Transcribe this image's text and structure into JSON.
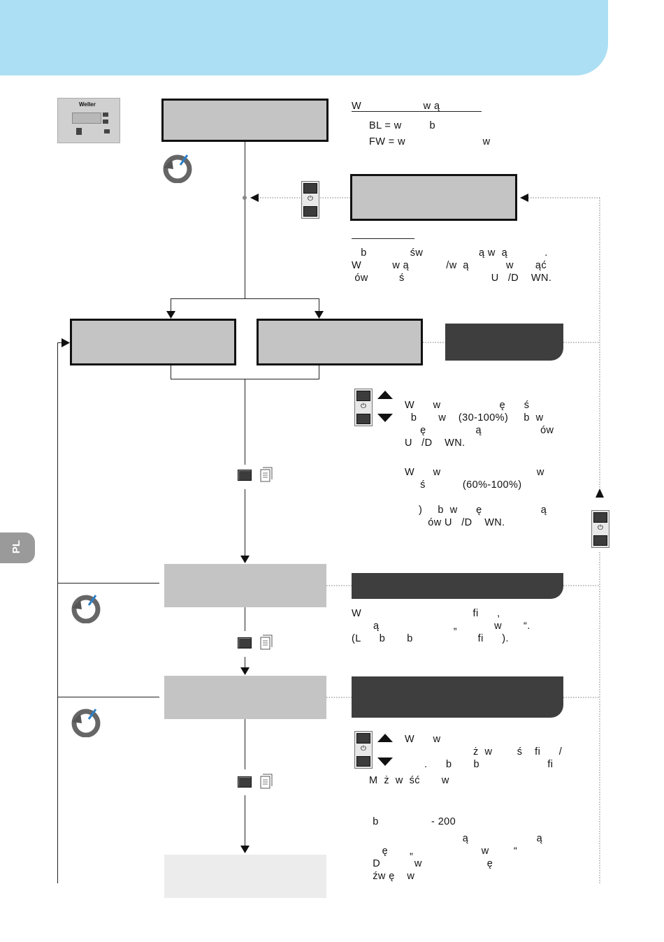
{
  "header": {
    "lang_tab": "PL"
  },
  "device": {
    "brand": "Weller"
  },
  "info_top": {
    "title": "W                    w ą",
    "line1": "BL = w         b",
    "line2": "FW = w                         w"
  },
  "note": {
    "line1": "   b              św                  ą w  ą            .",
    "line2": "W          w ą            /w  ą            w       ąć",
    "line3": " ów          ś                            U   /D    WN."
  },
  "brightness": {
    "line1": "W      w                   ę      ś",
    "line2": "  b       w    (30-100%)     b  w",
    "line3": "     ę                ą                   ów",
    "line4": "U   /D    WN.",
    "line5": "W      w                               w",
    "line6": "     ś            (60%-100%)",
    "line7": ")     b  w      ę                   ą",
    "line8": "   ów U   /D    WN."
  },
  "profile": {
    "line1": "W                                    fi      ,",
    "line2": "       ą                        „            w       “.",
    "line3": "(L      b       b                     fi      )."
  },
  "select": {
    "line1": "W      w",
    "line2": "ż  w        ś    fi      /",
    "line3": ".      b       b                      fi",
    "line4": "M  ż  w  ść       w",
    "line5": "   b                 - 200",
    "line6": "                                ą                      ą",
    "line7": "      ę       „                      w        “",
    "line8": "   D           w                     ę",
    "line9": "   źw ę    w"
  },
  "colors": {
    "header": "#acdff3",
    "box": "#c4c4c4",
    "dark": "#3e3e3e"
  }
}
